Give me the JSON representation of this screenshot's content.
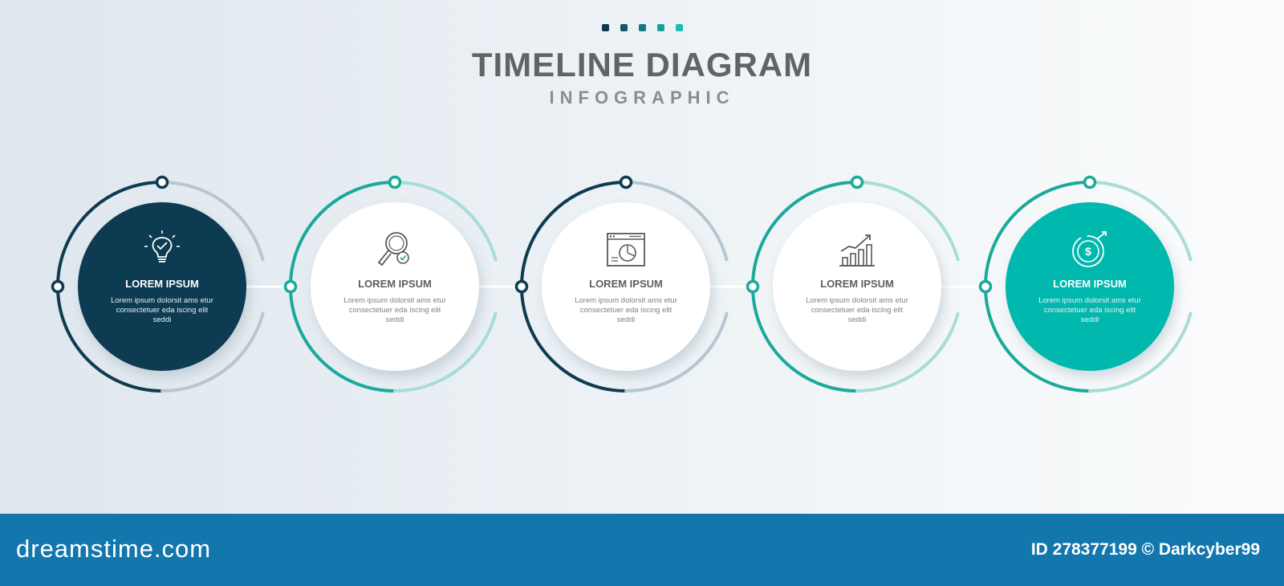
{
  "header": {
    "title": "TIMELINE DIAGRAM",
    "subtitle": "INFOGRAPHIC",
    "dot_colors": [
      "#0e3a52",
      "#14566a",
      "#147b82",
      "#16a09a",
      "#1cbdb0"
    ]
  },
  "steps": [
    {
      "title": "LOREM IPSUM",
      "text": "Lorem ipsum dolorsit ams etur consectetuer eda iscing elit seddi",
      "icon": "lightbulb-check-icon",
      "style": "filled-dark"
    },
    {
      "title": "LOREM IPSUM",
      "text": "Lorem ipsum dolorsit ams etur consectetuer eda iscing elit seddi",
      "icon": "magnifier-check-icon",
      "style": "white"
    },
    {
      "title": "LOREM IPSUM",
      "text": "Lorem ipsum dolorsit ams etur consectetuer eda iscing elit seddi",
      "icon": "browser-pie-chart-icon",
      "style": "white"
    },
    {
      "title": "LOREM IPSUM",
      "text": "Lorem ipsum dolorsit ams etur consectetuer eda iscing elit seddi",
      "icon": "growth-bar-chart-icon",
      "style": "white"
    },
    {
      "title": "LOREM IPSUM",
      "text": "Lorem ipsum dolorsit ams etur consectetuer eda iscing elit seddi",
      "icon": "dollar-cycle-icon",
      "style": "filled-teal"
    }
  ],
  "colors": {
    "navy": "#0f3b51",
    "teal": "#1ba99b",
    "teal_fill": "#05b8ad",
    "light_navy_arc": "#b6c7d1",
    "light_teal_arc": "#a8dcd6",
    "title_gray": "#5f6468",
    "footer_blue": "#1376ad"
  },
  "footer": {
    "brand": "dreamstime.com",
    "image_id": "ID 278377199 © Darkcyber99"
  }
}
